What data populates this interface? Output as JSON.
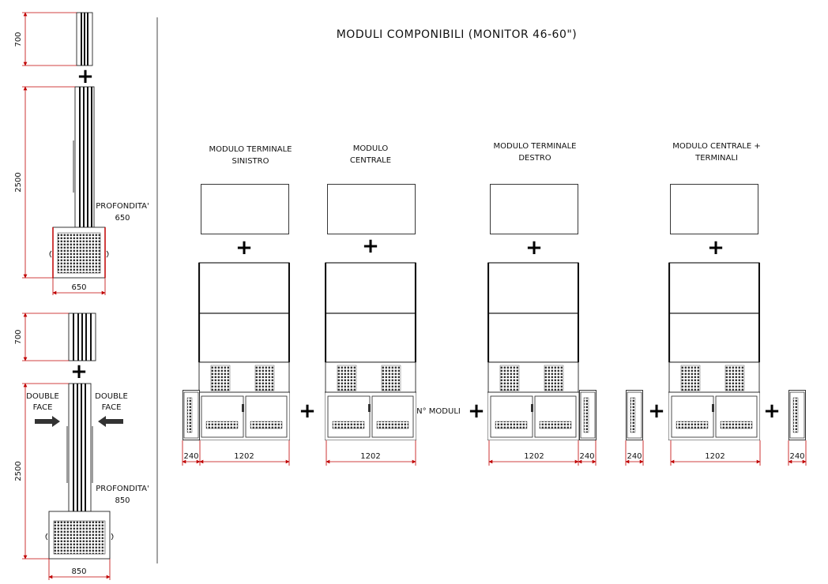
{
  "title": "MODULI COMPONIBILI (MONITOR 46-60\")",
  "plus_symbol": "+",
  "side_views": [
    {
      "depth_label": "PROFONDITA'",
      "depth_value": "650",
      "dim_top": "700",
      "dim_column": "2500",
      "dim_width": "650"
    },
    {
      "depth_label": "PROFONDITA'",
      "depth_value": "850",
      "dim_top": "700",
      "dim_column": "2500",
      "dim_width": "850",
      "double_face_left": [
        "DOUBLE",
        "FACE"
      ],
      "double_face_right": [
        "DOUBLE",
        "FACE"
      ]
    }
  ],
  "modules": [
    {
      "title_lines": [
        "MODULO TERMINALE",
        "SINISTRO"
      ],
      "dims": [
        "240",
        "1202"
      ]
    },
    {
      "title_lines": [
        "MODULO",
        "CENTRALE"
      ],
      "dims": [
        "1202"
      ]
    },
    {
      "title_lines": [
        "MODULO TERMINALE",
        "DESTRO"
      ],
      "dims": [
        "1202",
        "240"
      ]
    },
    {
      "title_lines": [
        "MODULO CENTRALE +",
        "TERMINALI"
      ],
      "dims": [
        "240",
        "1202",
        "240"
      ]
    }
  ],
  "n_moduli_label": "N° MODULI"
}
